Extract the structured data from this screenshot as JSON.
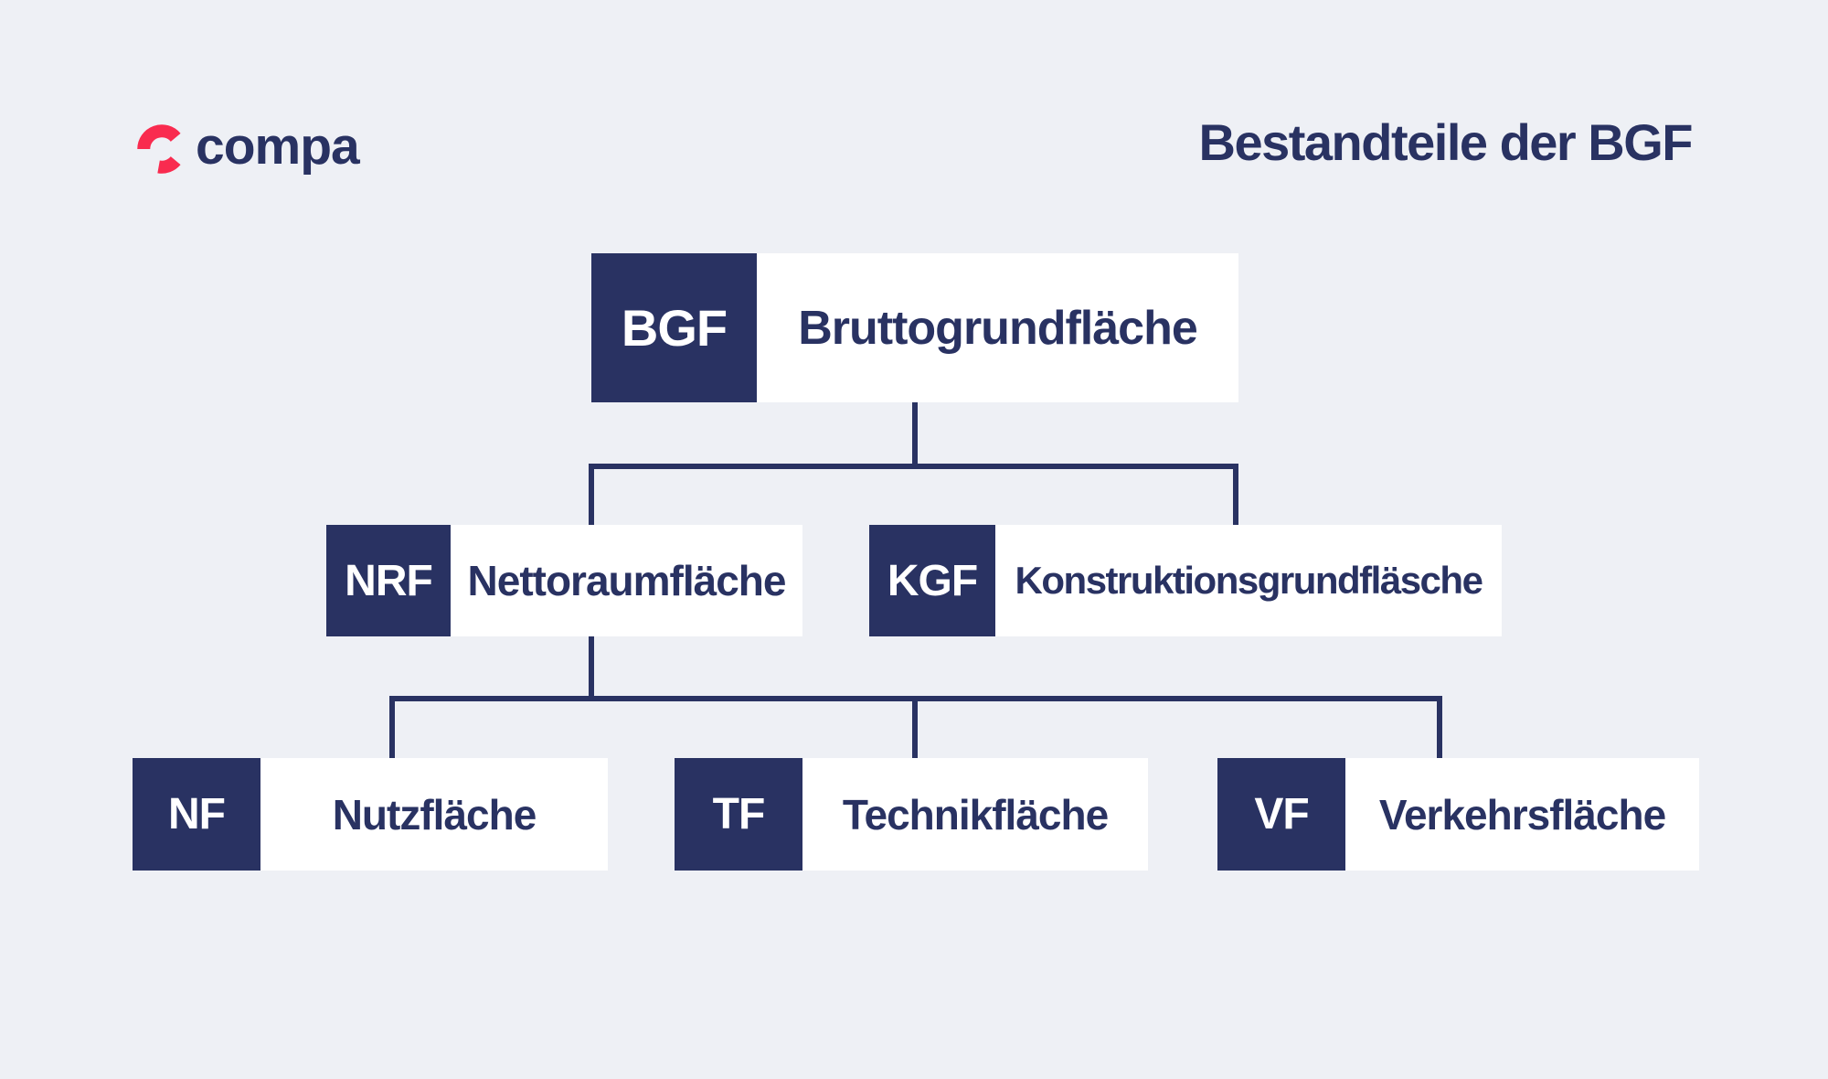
{
  "header": {
    "logo_text": "compa",
    "logo_icon": "compa-broken-ring-icon",
    "title": "Bestandteile der BGF"
  },
  "colors": {
    "background": "#eef0f5",
    "navy": "#293262",
    "red": "#f92b4f",
    "box_white": "#ffffff"
  },
  "tree": {
    "root": {
      "abbr": "BGF",
      "label": "Bruttogrundfläche"
    },
    "level2": [
      {
        "abbr": "NRF",
        "label": "Nettoraumfläche"
      },
      {
        "abbr": "KGF",
        "label": "Konstruktionsgrundfläsche"
      }
    ],
    "level3": [
      {
        "abbr": "NF",
        "label": "Nutzfläche"
      },
      {
        "abbr": "TF",
        "label": "Technikfläche"
      },
      {
        "abbr": "VF",
        "label": "Verkehrsfläche"
      }
    ]
  }
}
